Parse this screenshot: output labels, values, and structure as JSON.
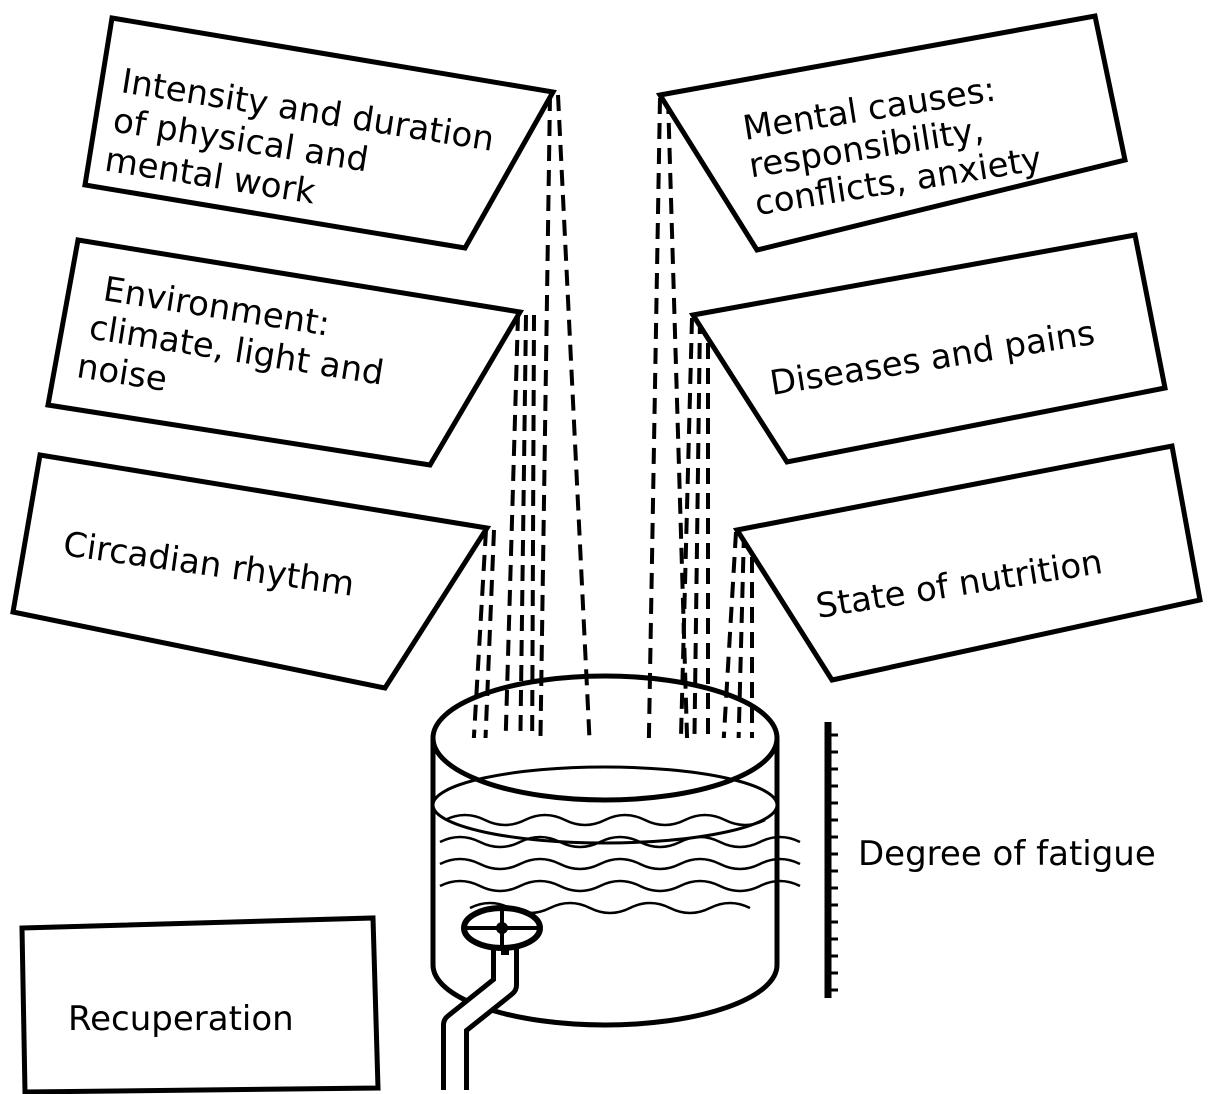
{
  "factors": {
    "left": [
      [
        "Intensity and duration",
        "of physical and",
        "mental work"
      ],
      [
        "Environment:",
        "climate, light and",
        "noise"
      ],
      [
        "Circadian rhythm"
      ]
    ],
    "right": [
      [
        "Mental causes:",
        "responsibility,",
        "conflicts, anxiety"
      ],
      [
        "Diseases and pains"
      ],
      [
        "State of nutrition"
      ]
    ]
  },
  "scale_label": "Degree of fatigue",
  "recuperation_label": "Recuperation"
}
